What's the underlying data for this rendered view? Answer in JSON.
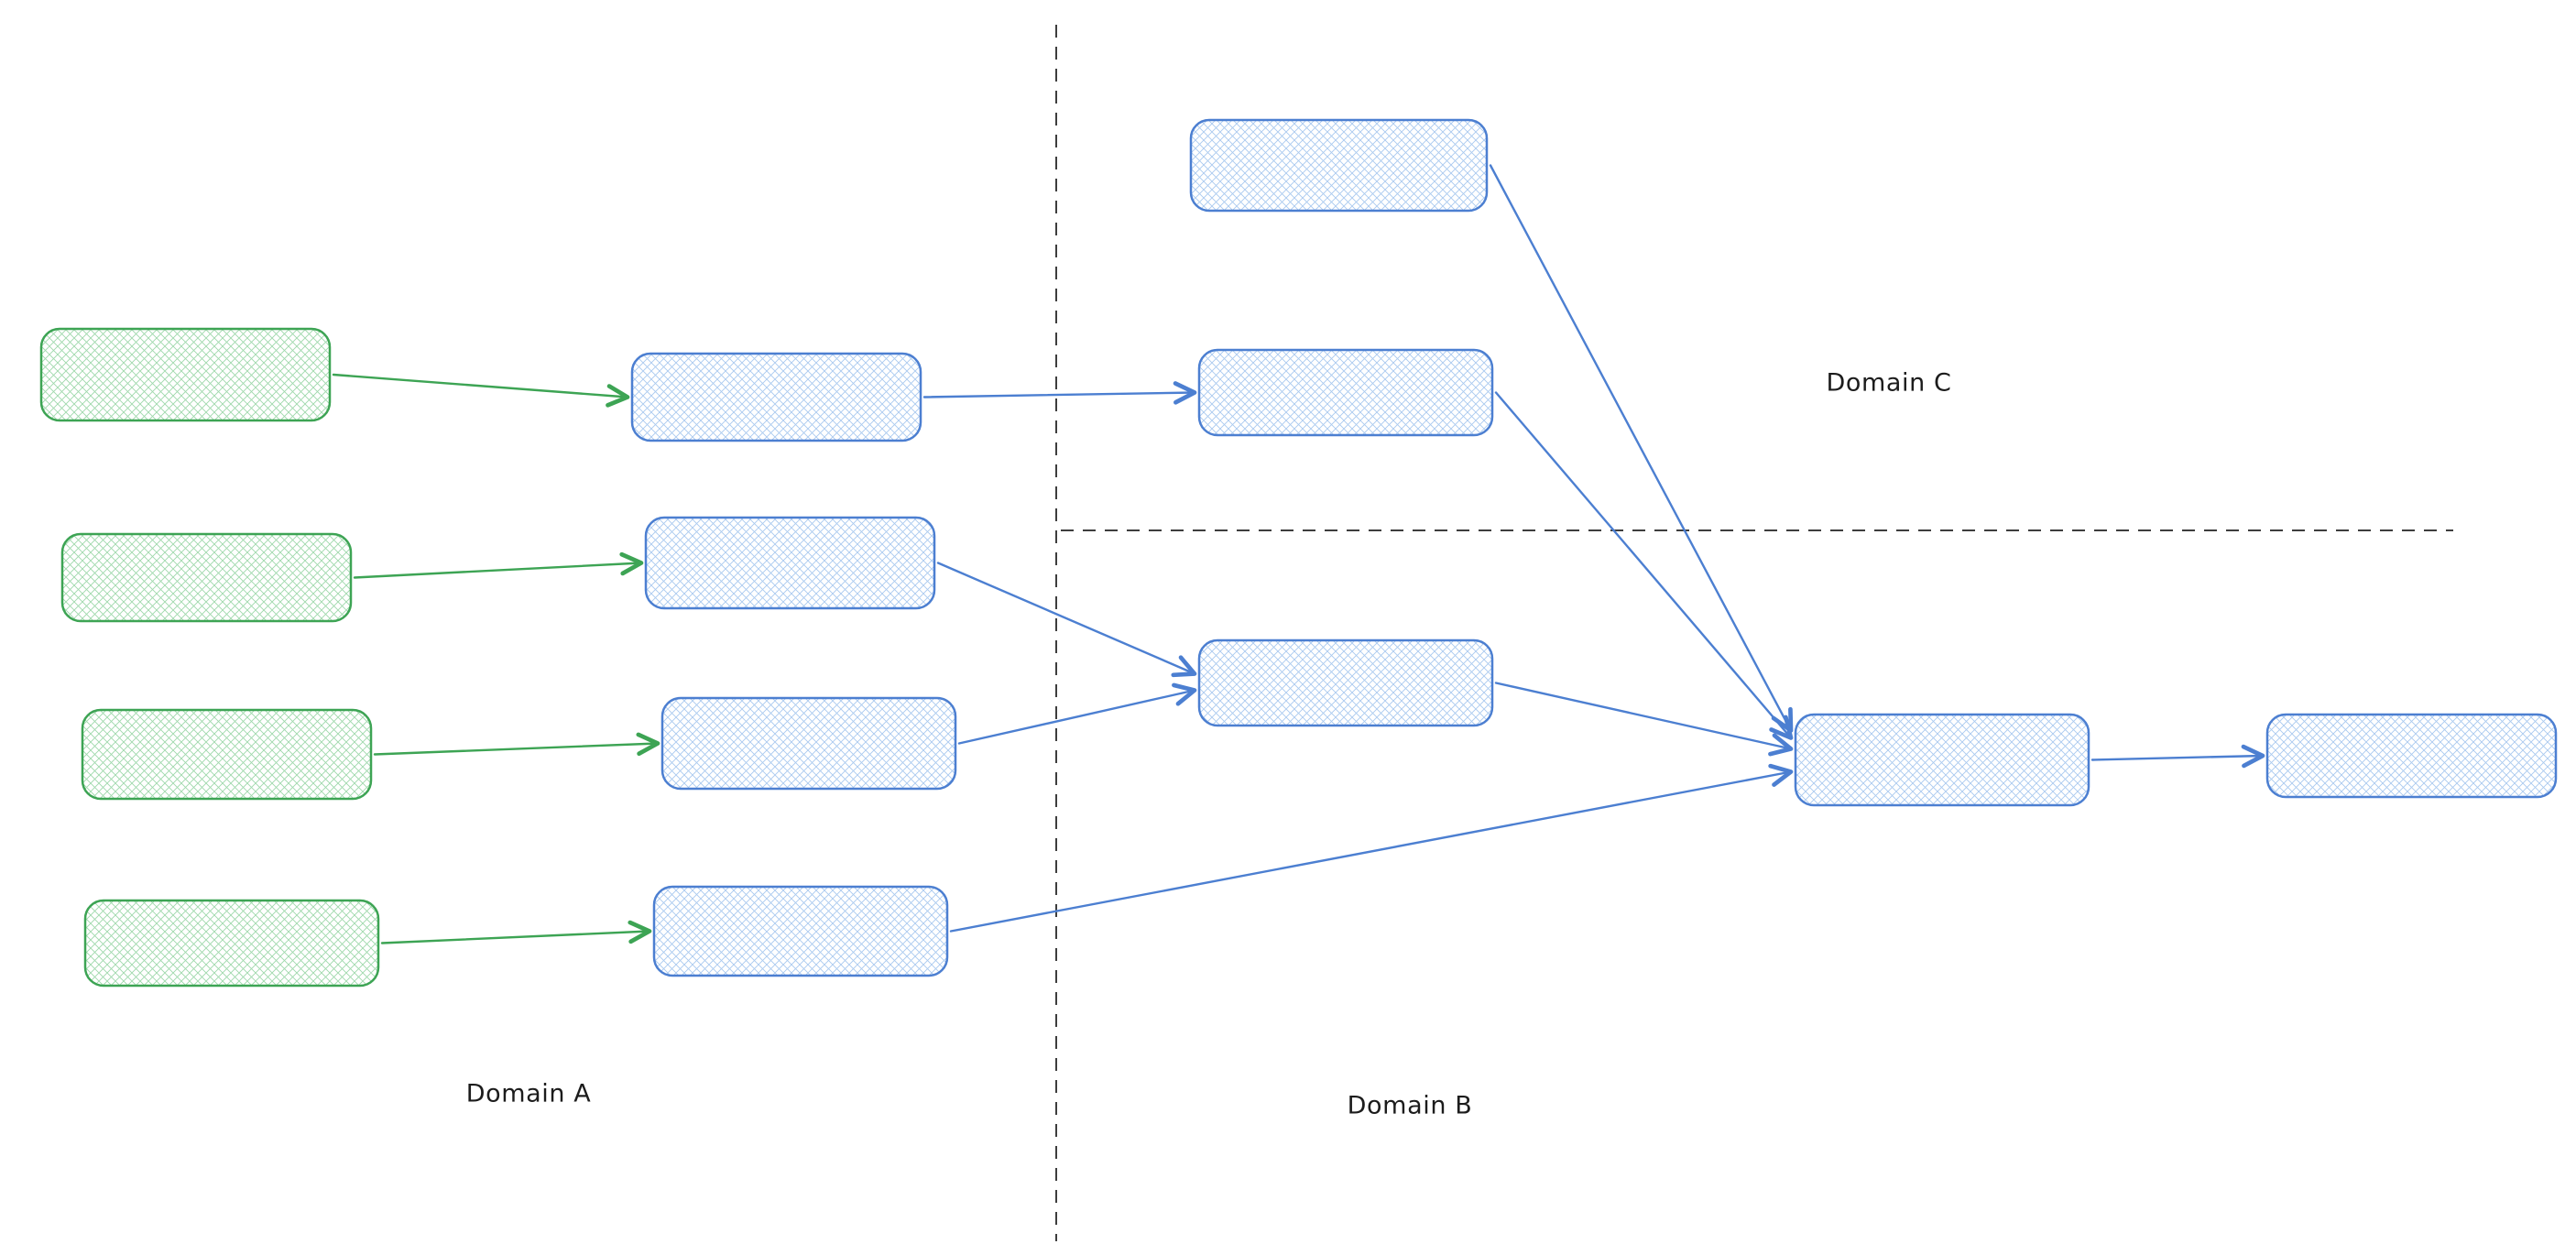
{
  "diagram": {
    "title": "",
    "labels": {
      "domain_a": "Domain A",
      "domain_b": "Domain B",
      "domain_c": "Domain C"
    },
    "colors": {
      "background": "#ffffff",
      "green_stroke": "#3da454",
      "green_hatch": "#9ed8ab",
      "blue_stroke": "#4c7fd1",
      "blue_hatch": "#a9c9ef",
      "boundary": "#3d3d3d",
      "label_text": "#1c1c1c"
    },
    "nodes": [
      {
        "id": "g1",
        "color": "green",
        "region": "domain_a",
        "text": ""
      },
      {
        "id": "g2",
        "color": "green",
        "region": "domain_a",
        "text": ""
      },
      {
        "id": "g3",
        "color": "green",
        "region": "domain_a",
        "text": ""
      },
      {
        "id": "g4",
        "color": "green",
        "region": "domain_a",
        "text": ""
      },
      {
        "id": "b1",
        "color": "blue",
        "region": "domain_a",
        "text": ""
      },
      {
        "id": "b2",
        "color": "blue",
        "region": "domain_a",
        "text": ""
      },
      {
        "id": "b3",
        "color": "blue",
        "region": "domain_a",
        "text": ""
      },
      {
        "id": "b4",
        "color": "blue",
        "region": "domain_a",
        "text": ""
      },
      {
        "id": "c1",
        "color": "blue",
        "region": "domain_c",
        "text": ""
      },
      {
        "id": "b5",
        "color": "blue",
        "region": "domain_c",
        "text": ""
      },
      {
        "id": "b6",
        "color": "blue",
        "region": "domain_b",
        "text": ""
      },
      {
        "id": "b7",
        "color": "blue",
        "region": "domain_b",
        "text": ""
      },
      {
        "id": "b8",
        "color": "blue",
        "region": "domain_b",
        "text": ""
      }
    ],
    "edges": [
      {
        "from": "g1",
        "to": "b1",
        "color": "green"
      },
      {
        "from": "g2",
        "to": "b2",
        "color": "green"
      },
      {
        "from": "g3",
        "to": "b3",
        "color": "green"
      },
      {
        "from": "g4",
        "to": "b4",
        "color": "green"
      },
      {
        "from": "b1",
        "to": "b5",
        "color": "blue"
      },
      {
        "from": "b2",
        "to": "b6",
        "color": "blue"
      },
      {
        "from": "b3",
        "to": "b6",
        "color": "blue"
      },
      {
        "from": "b4",
        "to": "b7",
        "color": "blue"
      },
      {
        "from": "c1",
        "to": "b7",
        "color": "blue"
      },
      {
        "from": "b5",
        "to": "b7",
        "color": "blue"
      },
      {
        "from": "b6",
        "to": "b7",
        "color": "blue"
      },
      {
        "from": "b7",
        "to": "b8",
        "color": "blue"
      }
    ],
    "boundaries": [
      {
        "id": "vertical",
        "style": "dashed"
      },
      {
        "id": "horizontal",
        "style": "dashed"
      }
    ]
  }
}
